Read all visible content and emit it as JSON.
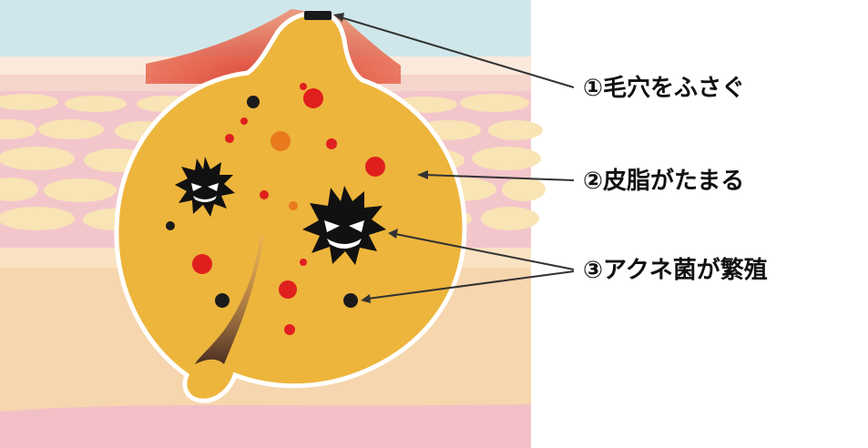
{
  "labels": {
    "clog_pore": "①毛穴をふさぐ",
    "sebum_accumulates": "②皮脂がたまる",
    "acne_bacteria_multiply": "③アクネ菌が繁殖"
  },
  "colors": {
    "skin_top_layer": "#cde6ea",
    "epidermis_pink": "#f5c9cf",
    "lipid_cells": "#f8e2b8",
    "dermis": "#f6d7b0",
    "sebum_body": "#edb53c",
    "inflammation_red": "#e02020",
    "bacteria": "#111111",
    "hair": "#5a3a2e",
    "leader_line": "#333333"
  }
}
